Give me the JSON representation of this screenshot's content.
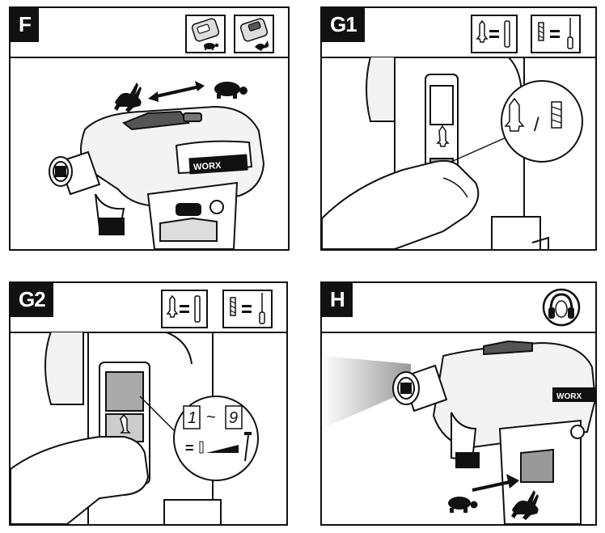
{
  "panels": {
    "F": {
      "badge": "F",
      "icons": [
        "turtle-mode-switch-icon",
        "rabbit-mode-switch-icon"
      ]
    },
    "G1": {
      "badge": "G1",
      "icons": [
        "anchor-equals-bit-icon",
        "anchor-equals-screwdriver-icon"
      ]
    },
    "G2": {
      "badge": "G2",
      "icons": [
        "anchor-equals-bit-icon",
        "anchor-equals-screwdriver-icon"
      ],
      "range_start": "1",
      "range_sep": "~",
      "range_end": "9",
      "equals": "="
    },
    "H": {
      "badge": "H",
      "icons": [
        "ear-protection-icon"
      ]
    }
  },
  "brand_label": "WORX",
  "slash": "/",
  "equals": "="
}
